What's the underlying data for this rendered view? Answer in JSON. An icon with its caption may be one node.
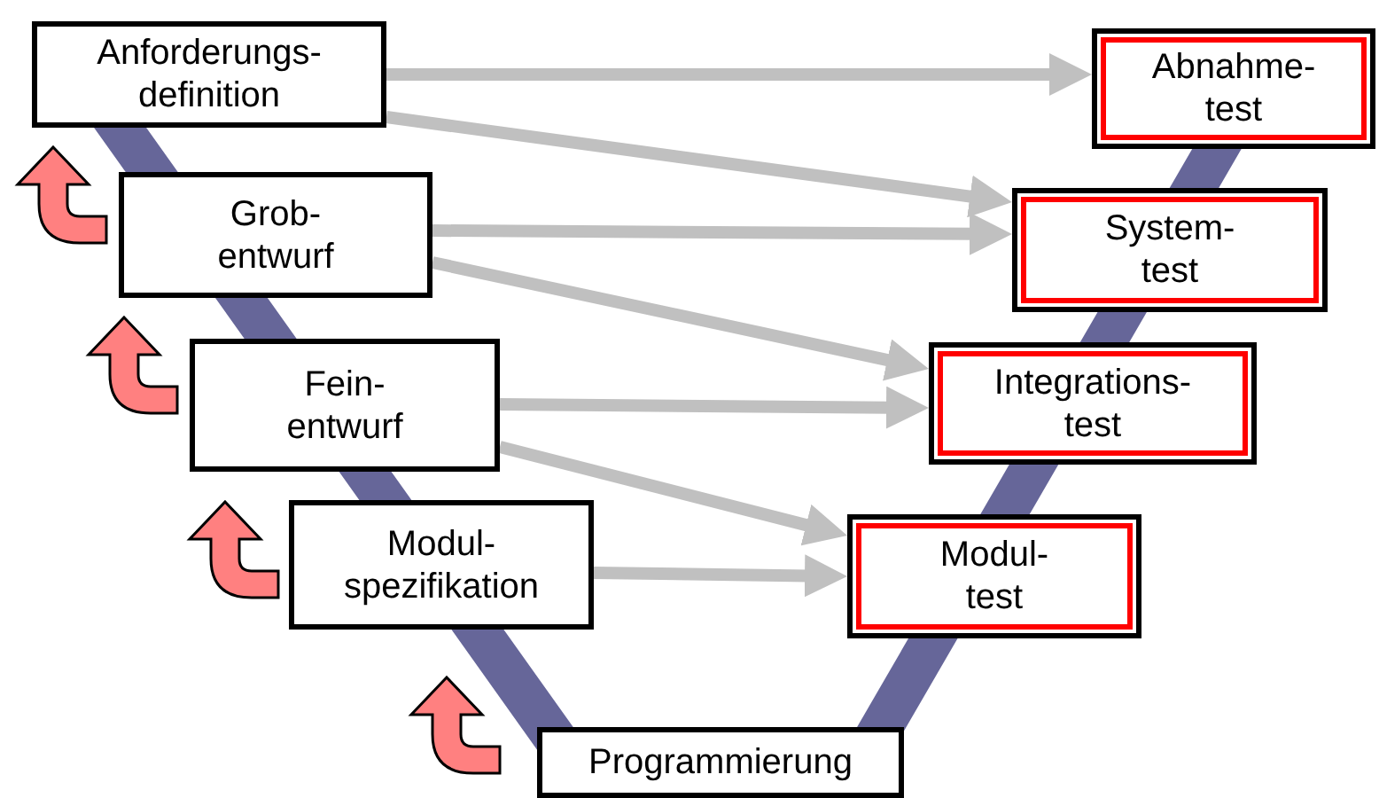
{
  "diagram": {
    "nodes": [
      {
        "text": [
          "Anforderungs- definition"
        ]
      },
      {
        "text": [
          "Grob- entwurf"
        ]
      },
      {
        "text": [
          "Fein- entwurf"
        ]
      },
      {
        "text": [
          "Modul- spezifikation"
        ]
      },
      {
        "text": [
          "Programmierung"
        ]
      },
      {
        "text": [
          "Abnahme- test"
        ]
      },
      {
        "text": [
          "System- test"
        ]
      },
      {
        "text": [
          "Integrations- test"
        ]
      },
      {
        "text": [
          "Modul- test"
        ]
      }
    ],
    "edges": [
      {
        "from": 0,
        "to": 5,
        "arrow": "to"
      },
      {
        "from": 0,
        "to": 6,
        "arrow": "to"
      },
      {
        "from": 1,
        "to": 6,
        "arrow": "to"
      },
      {
        "from": 1,
        "to": 7,
        "arrow": "to"
      },
      {
        "from": 2,
        "to": 7,
        "arrow": "to"
      },
      {
        "from": 2,
        "to": 8,
        "arrow": "to"
      },
      {
        "from": 3,
        "to": 8,
        "arrow": "to"
      }
    ]
  }
}
